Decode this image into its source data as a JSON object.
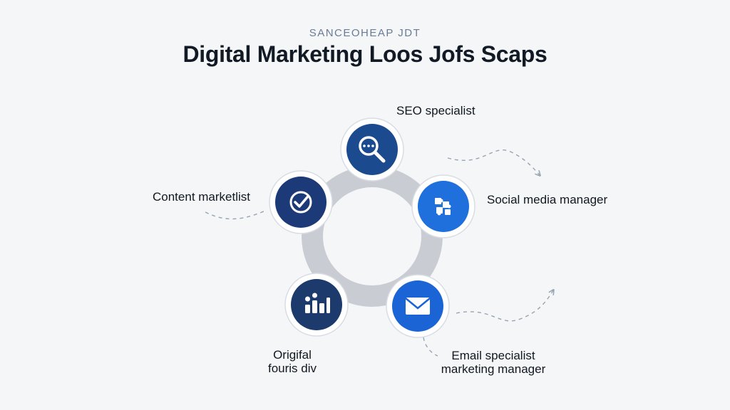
{
  "header": {
    "supertitle": "SANCEOHEAP JDT",
    "title": "Digital Marketing Loos Jofs Scaps"
  },
  "nodes": [
    {
      "id": "seo",
      "label": "SEO specialist",
      "icon": "magnifier-icon",
      "color": "#1b4a8e"
    },
    {
      "id": "social",
      "label": "Social media manager",
      "icon": "puzzle-icon",
      "color": "#1f6fdc"
    },
    {
      "id": "email",
      "label_line1": "Email specialist",
      "label_line2": "marketing manager",
      "icon": "envelope-icon",
      "color": "#1a64d6"
    },
    {
      "id": "analytics",
      "label_line1": "Origifal",
      "label_line2": "fouris div",
      "icon": "bar-chart-icon",
      "color": "#1c3a6b"
    },
    {
      "id": "content",
      "label": "Content marketlist",
      "icon": "checkmark-icon",
      "color": "#1d3a78"
    }
  ],
  "colors": {
    "ring": "#c9cdd3",
    "node_border": "#ffffff",
    "dashed_arrow": "#98a4b3"
  }
}
